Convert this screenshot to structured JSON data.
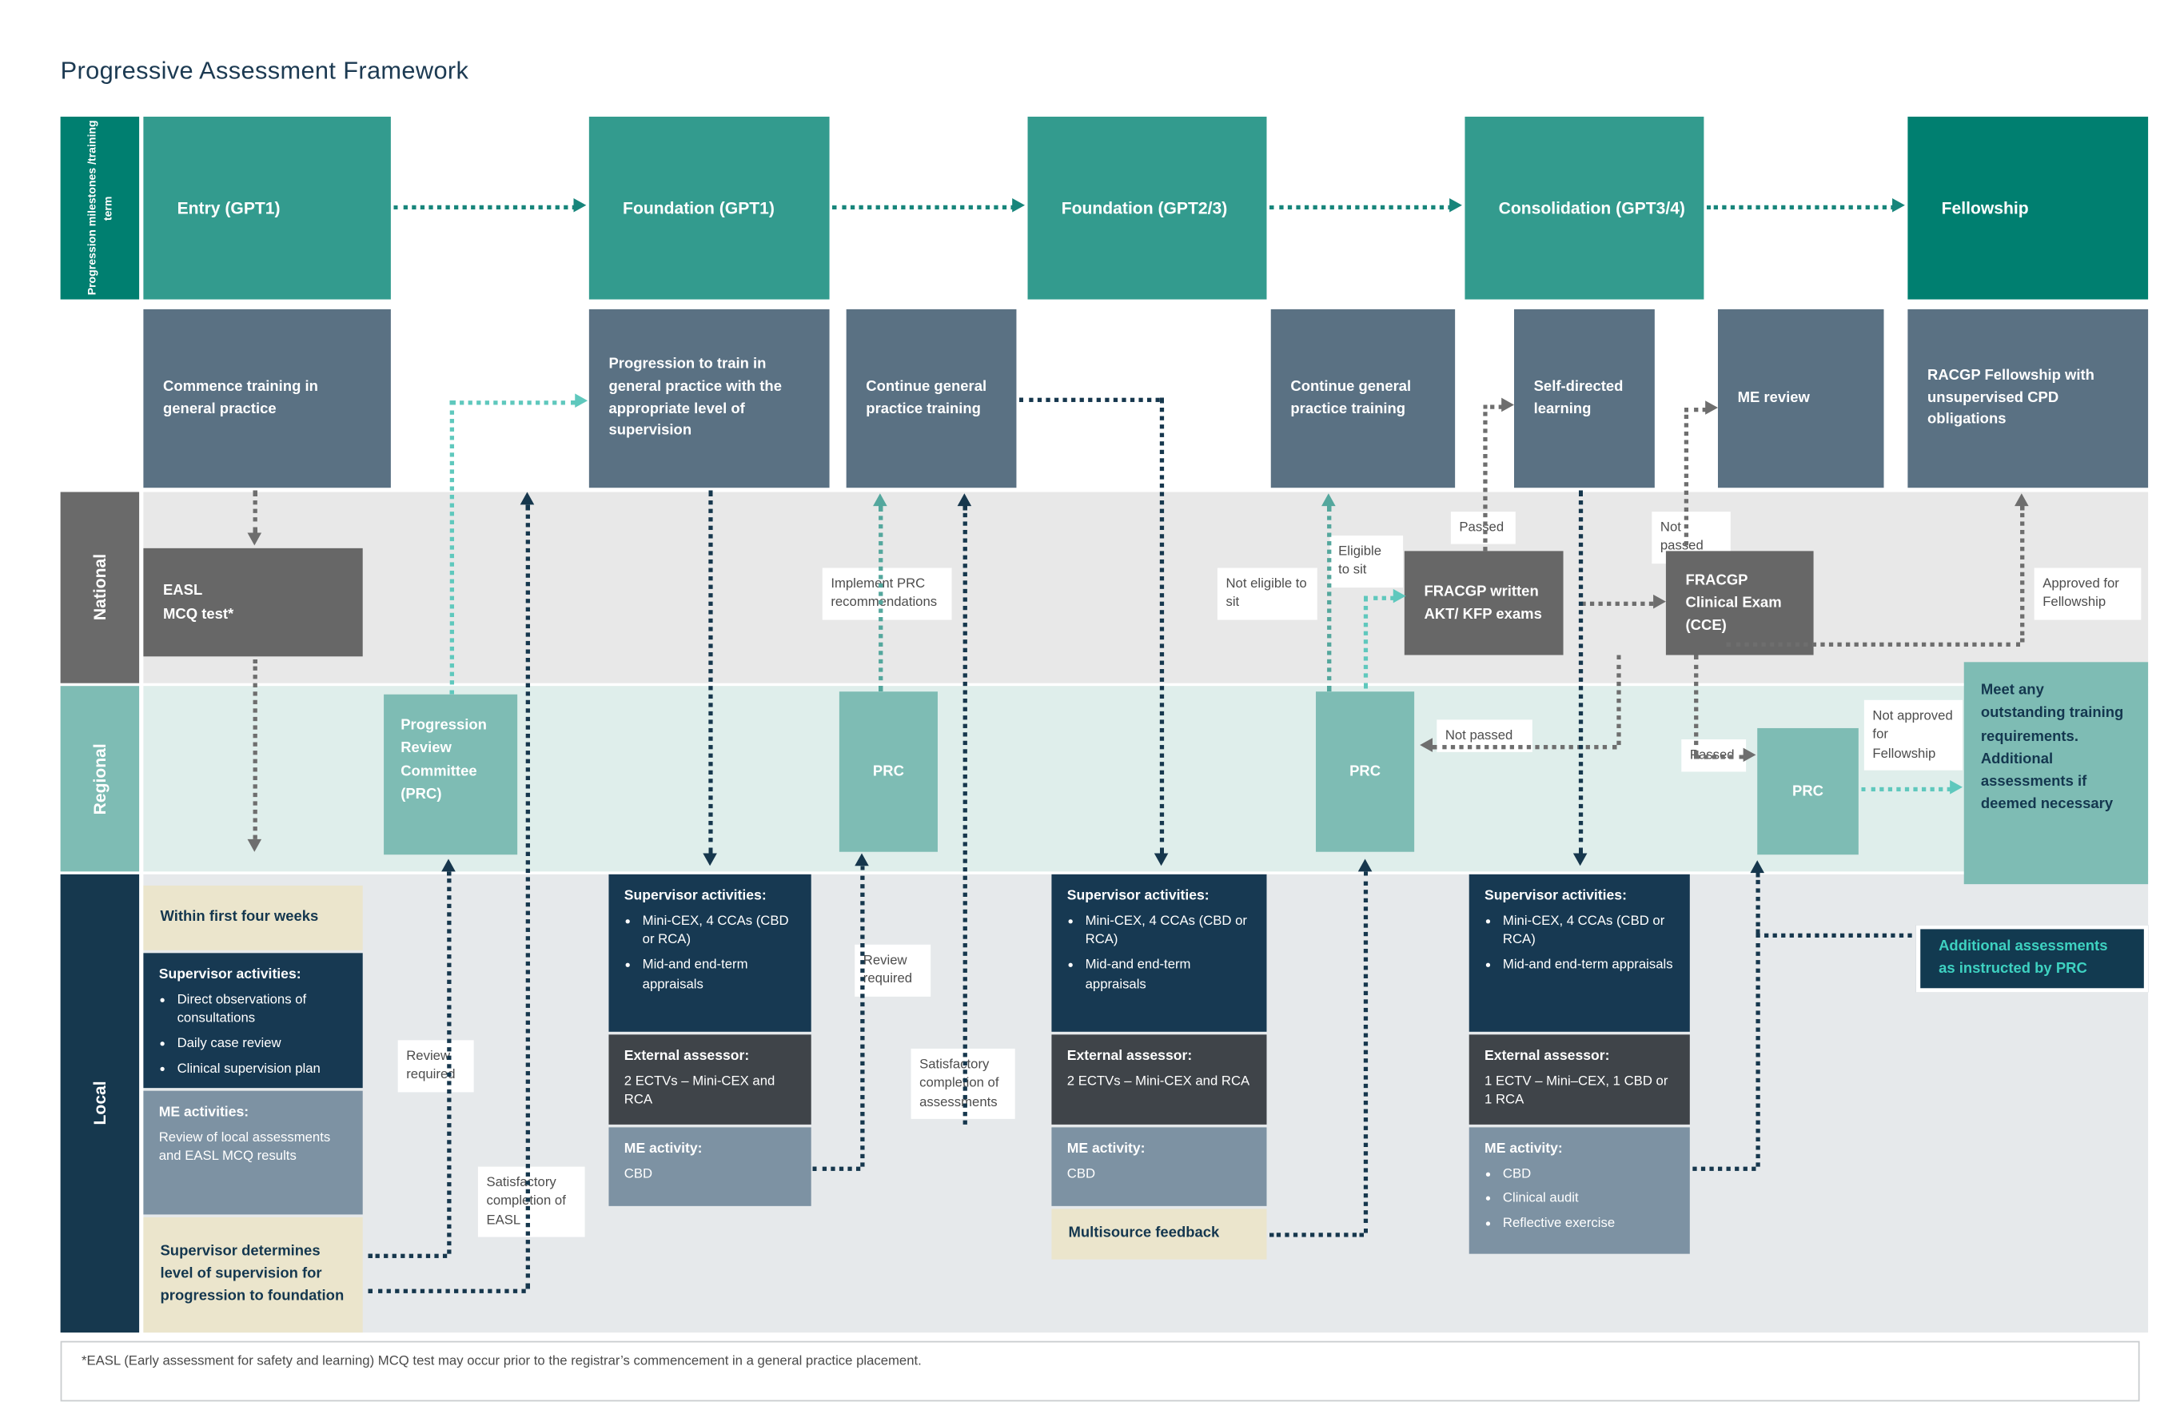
{
  "title": "Progressive Assessment Framework",
  "palette": {
    "milestone_teal": "#339B8E",
    "milestone_dark_teal": "#007F70",
    "slate": "#5A7183",
    "national_gray": "#676767",
    "national_band": "#E8E8E8",
    "regional_teal": "#7EBCB4",
    "regional_band": "#DFEEEB",
    "local_navy": "#173952",
    "local_band": "#E6E9EB",
    "charcoal": "#3F4449",
    "me_bluegray": "#7D92A3",
    "cream": "#EBE5CC",
    "additional_bg": "#123A50",
    "additional_text": "#3ED2C1",
    "arrow_teal": "#17857B",
    "arrow_light_teal": "#5FC8BD",
    "arrow_navy": "#16374D",
    "arrow_gray": "#6E6E6E"
  },
  "lanes": {
    "milestones": "Progression milestones /training term",
    "national": "National",
    "regional": "Regional",
    "local": "Local"
  },
  "milestones": {
    "m1": "Entry (GPT1)",
    "m2": "Foundation (GPT1)",
    "m3": "Foundation (GPT2/3)",
    "m4": "Consolidation (GPT3/4)",
    "m5": "Fellowship"
  },
  "stages": {
    "commence": "Commence training in general practice",
    "progression": "Progression to train in general practice with the appropriate level of supervision",
    "continue1": "Continue general practice training",
    "continue2": "Continue general practice training",
    "self_directed": "Self-directed learning",
    "me_review": "ME review",
    "racgp_fellowship": "RACGP Fellowship with unsupervised CPD obligations"
  },
  "national": {
    "easl": "EASL\nMCQ test*",
    "implement_prc": "Implement PRC recommendations",
    "not_eligible": "Not eligible to sit",
    "eligible": "Eligible to sit",
    "passed": "Passed",
    "fracgp_written": "FRACGP written AKT/ KFP exams",
    "not_passed": "Not passed",
    "fracgp_cce": "FRACGP Clinical Exam (CCE)",
    "approved": "Approved for Fellowship"
  },
  "regional": {
    "prc_full": "Progression Review Committee (PRC)",
    "prc": "PRC",
    "not_passed": "Not passed",
    "passed": "Passed",
    "not_approved": "Not approved for Fellowship",
    "meet_any": "Meet any outstanding training requirements. Additional assessments if deemed necessary"
  },
  "local": {
    "within": "Within first four weeks",
    "supervisor_determines": "Supervisor determines level of supervision for progression to foundation",
    "review_required": "Review required",
    "sat_easl": "Satisfactory completion of EASL",
    "sat_assess": "Satisfactory completion of assessments",
    "multisource": "Multisource feedback",
    "additional": "Additional assessments as instructed by PRC",
    "colA": {
      "supervisor": {
        "title": "Supervisor activities:",
        "bullets": [
          "Direct observations of consultations",
          "Daily case review",
          "Clinical supervision plan"
        ]
      },
      "me": {
        "title": "ME activities:",
        "body": "Review of local assessments and EASL MCQ results"
      }
    },
    "supervisor_common": {
      "title": "Supervisor activities:",
      "bullets": [
        "Mini-CEX, 4 CCAs (CBD or RCA)",
        "Mid-and end-term appraisals"
      ]
    },
    "external_2": {
      "title": "External assessor:",
      "body": "2 ECTVs – Mini-CEX and RCA"
    },
    "external_1": {
      "title": "External assessor:",
      "body": "1 ECTV – Mini–CEX, 1 CBD or 1 RCA"
    },
    "me_cbd": {
      "title": "ME activity:",
      "body": "CBD"
    },
    "me_d": {
      "title": "ME activity:",
      "bullets": [
        "CBD",
        "Clinical audit",
        "Reflective exercise"
      ]
    }
  },
  "footnote": "*EASL (Early assessment for safety and learning) MCQ test may occur prior to the registrar’s commencement in a general practice placement."
}
